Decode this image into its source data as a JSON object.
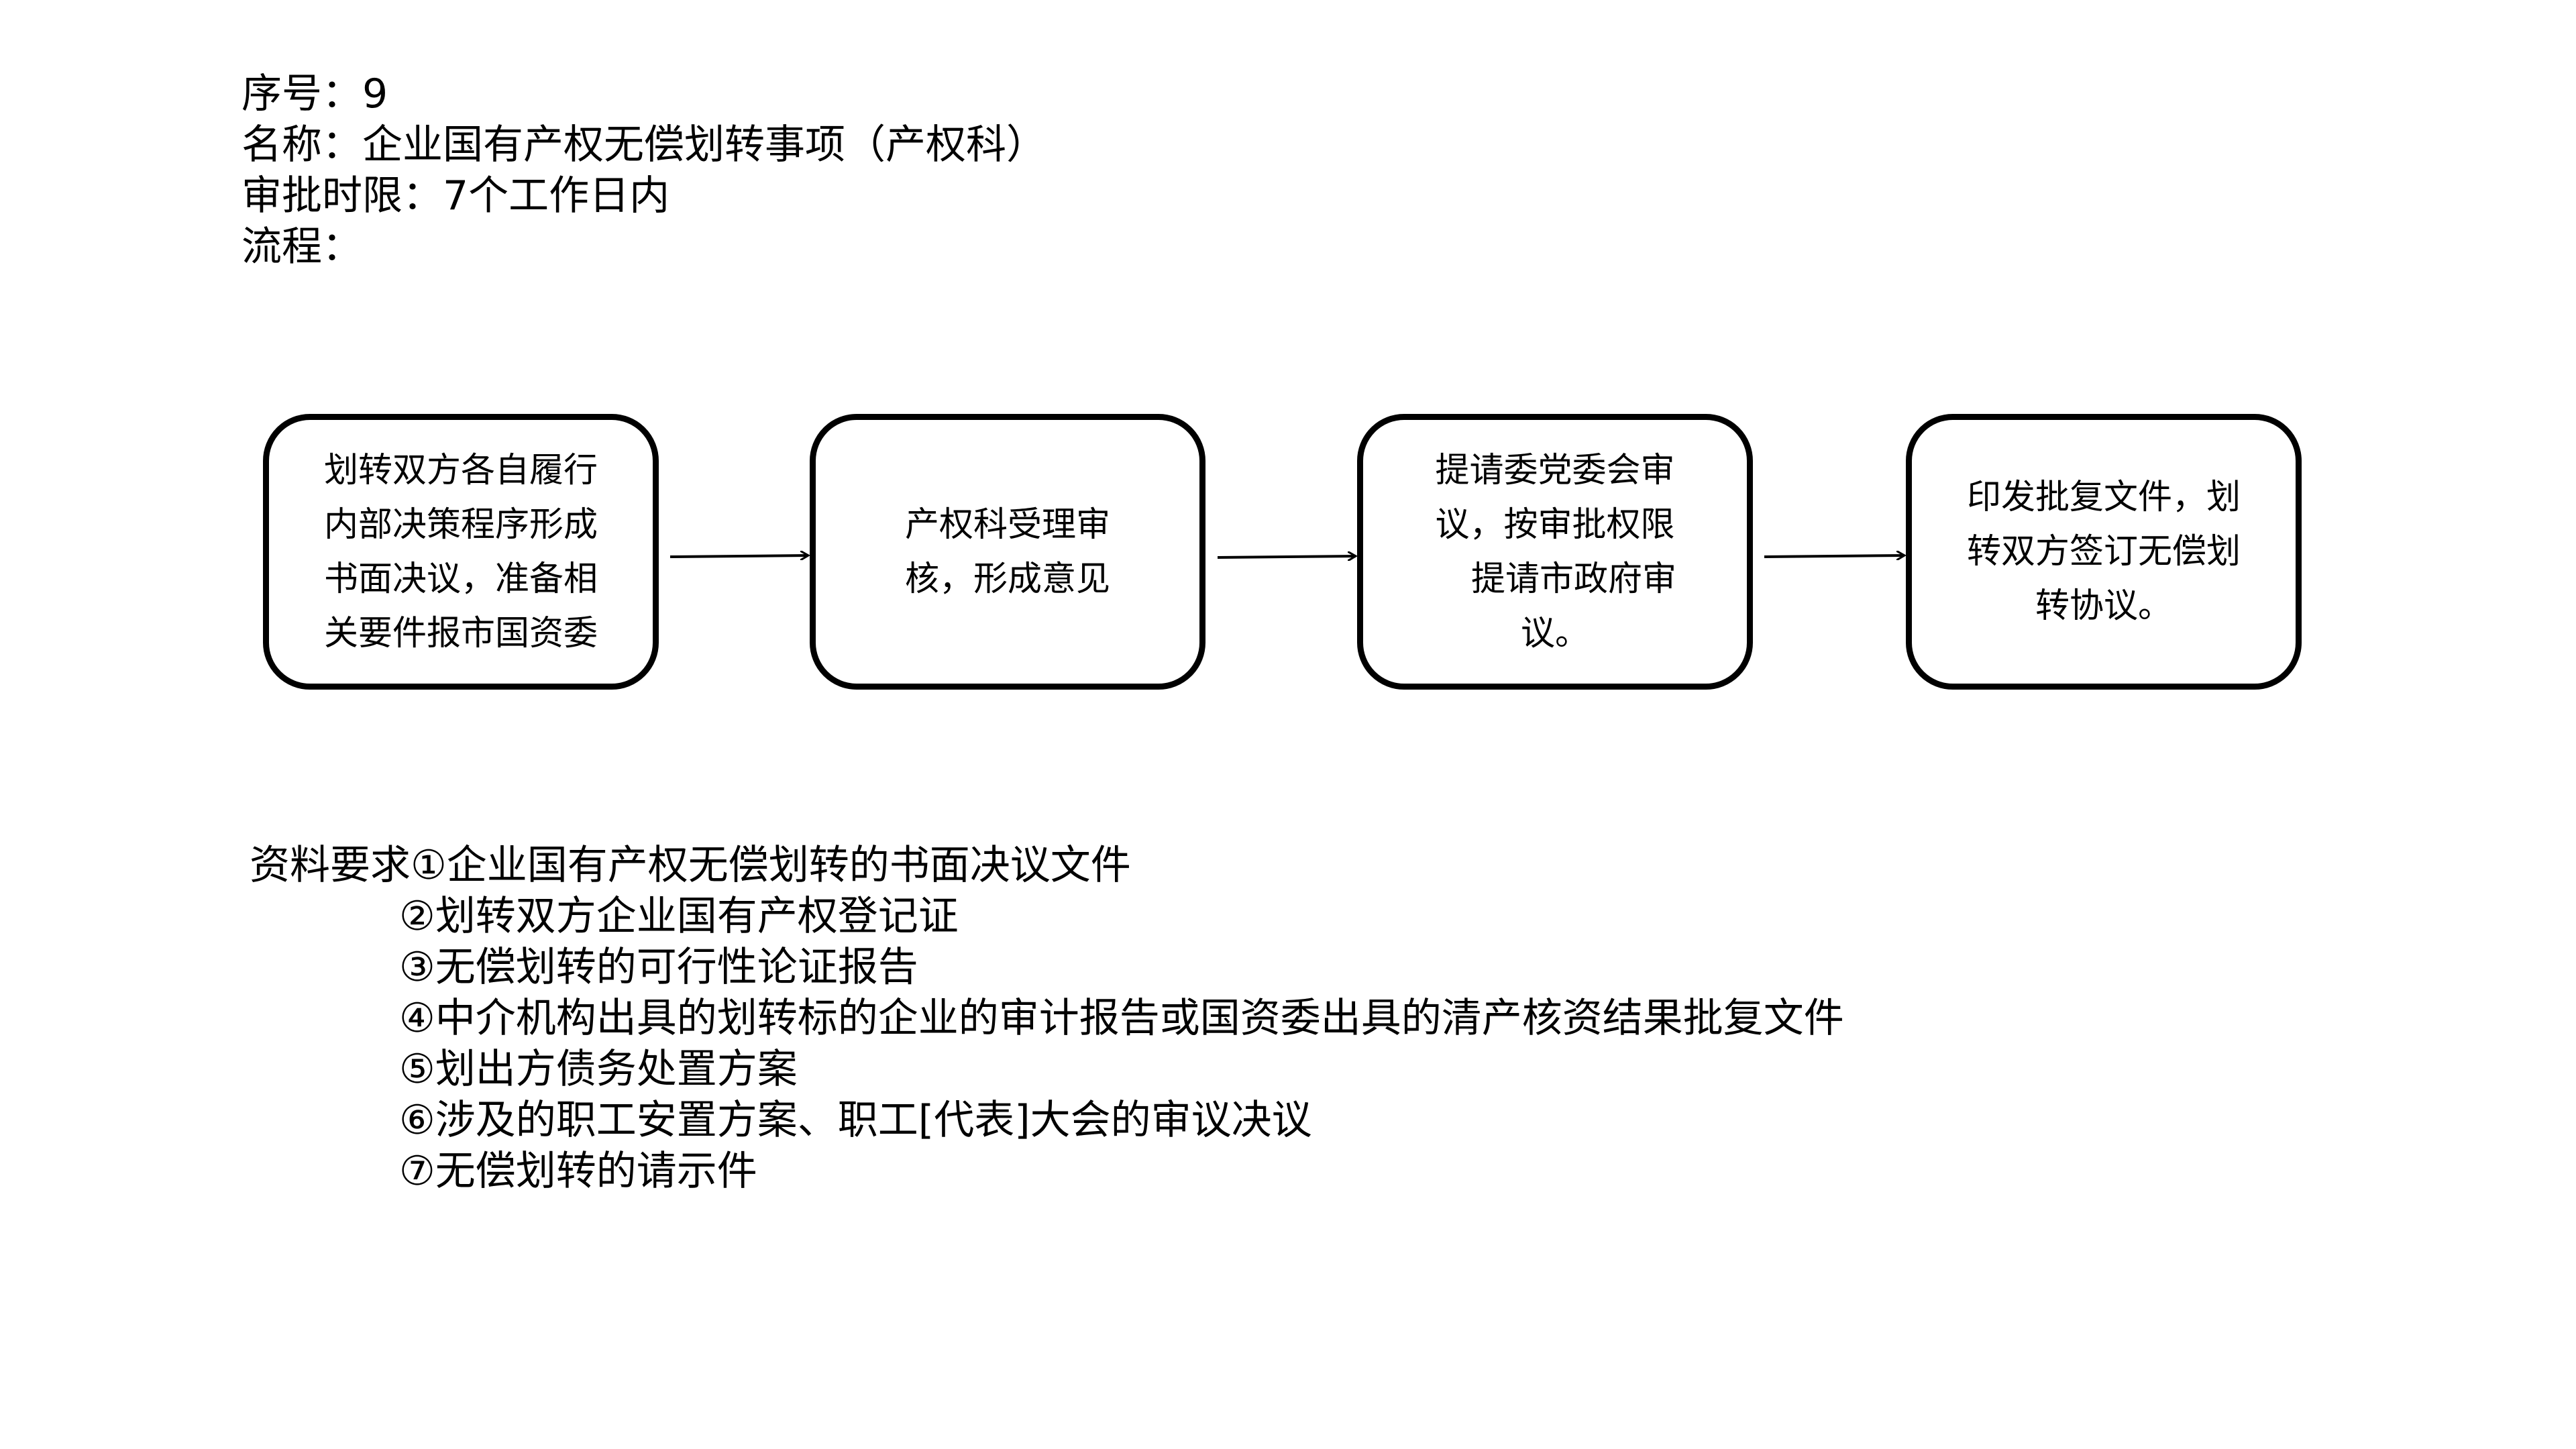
{
  "header": {
    "serial": "序号：9",
    "name": "名称：企业国有产权无偿划转事项（产权科）",
    "time_limit": "审批时限：7个工作日内",
    "process": "流程："
  },
  "flow": {
    "steps": [
      {
        "lines": [
          "划转双方各自履行",
          "内部决策程序形成",
          "书面决议，准备相",
          "关要件报市国资委"
        ]
      },
      {
        "lines": [
          "产权科受理审",
          "核，形成意见"
        ]
      },
      {
        "lines": [
          "提请委党委会审",
          "议，按审批权限",
          "提请市政府审",
          "议。"
        ]
      },
      {
        "lines": [
          "印发批复文件，划",
          "转双方签订无偿划",
          "转协议。"
        ]
      }
    ]
  },
  "requirements": {
    "label": "资料要求",
    "items": [
      "①企业国有产权无偿划转的书面决议文件",
      "②划转双方企业国有产权登记证",
      "③无偿划转的可行性论证报告",
      "④中介机构出具的划转标的企业的审计报告或国资委出具的清产核资结果批复文件",
      "⑤划出方债务处置方案",
      "⑥涉及的职工安置方案、职工[代表]大会的审议决议",
      "⑦无偿划转的请示件"
    ]
  }
}
